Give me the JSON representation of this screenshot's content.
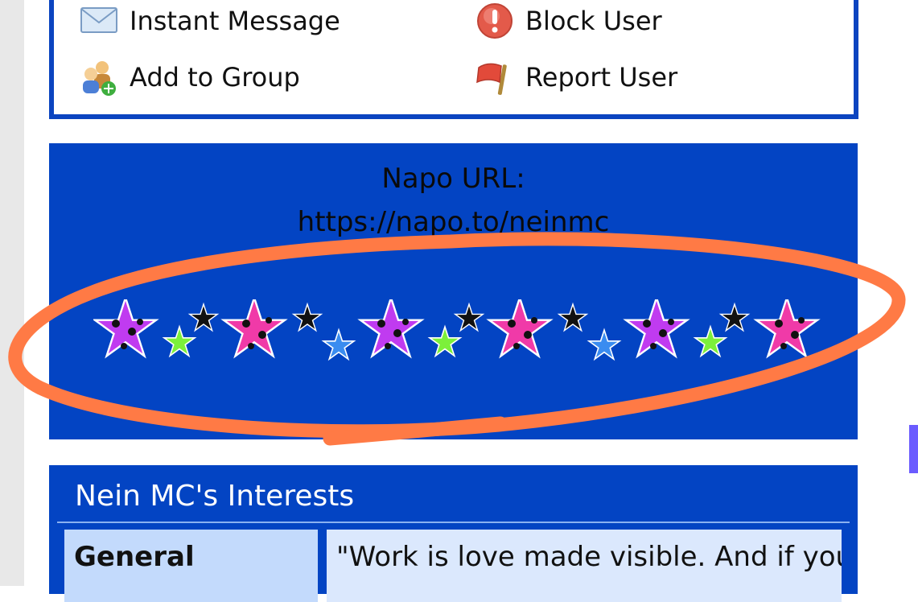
{
  "contact_actions": {
    "instant_message": "Instant Message",
    "block_user": "Block User",
    "add_to_group": "Add to Group",
    "report_user": "Report User"
  },
  "napo": {
    "heading": "Napo URL:",
    "url": "https://napo.to/neinmc"
  },
  "interests": {
    "title": "Nein MC's Interests",
    "rows": [
      {
        "label": "General",
        "value": "\"Work is love made visible. And if you"
      }
    ]
  },
  "colors": {
    "brand_blue": "#0344c3",
    "annotation_orange": "#ff7a45"
  }
}
